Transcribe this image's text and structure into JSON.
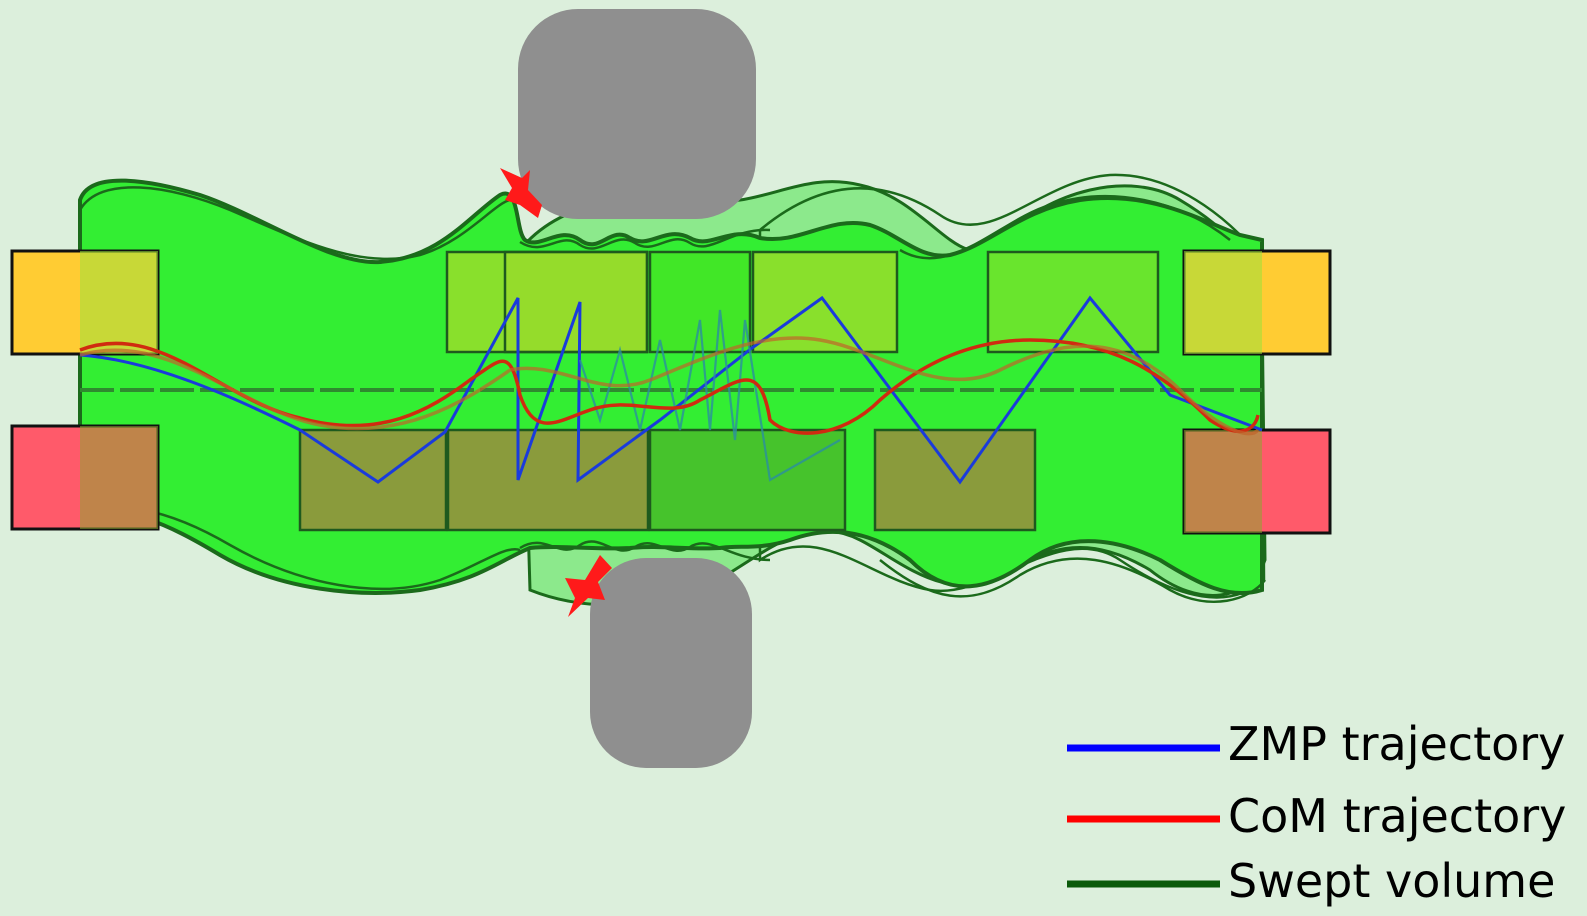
{
  "legend": {
    "zmp_label": "ZMP trajectory",
    "com_label": "CoM trajectory",
    "swept_label": "Swept volume"
  },
  "colors": {
    "background": "#dcefdc",
    "swept_fill": "#33ee33",
    "swept_fill_faint": "#7ee87e",
    "swept_outline": "#1b6a1b",
    "zmp_line": "#0000ff",
    "com_line": "#ff0000",
    "obstacle": "#8f8f8f",
    "collision": "#ff1a1a",
    "left_foot_start": "#ffcc33",
    "right_foot_start": "#ff5a6a",
    "footstep_overlay": "#8aa830"
  },
  "icons": {
    "obstacle_top": "rounded-square-obstacle",
    "obstacle_bottom": "rounded-square-obstacle",
    "collision_marks": "collision-star-icon"
  }
}
